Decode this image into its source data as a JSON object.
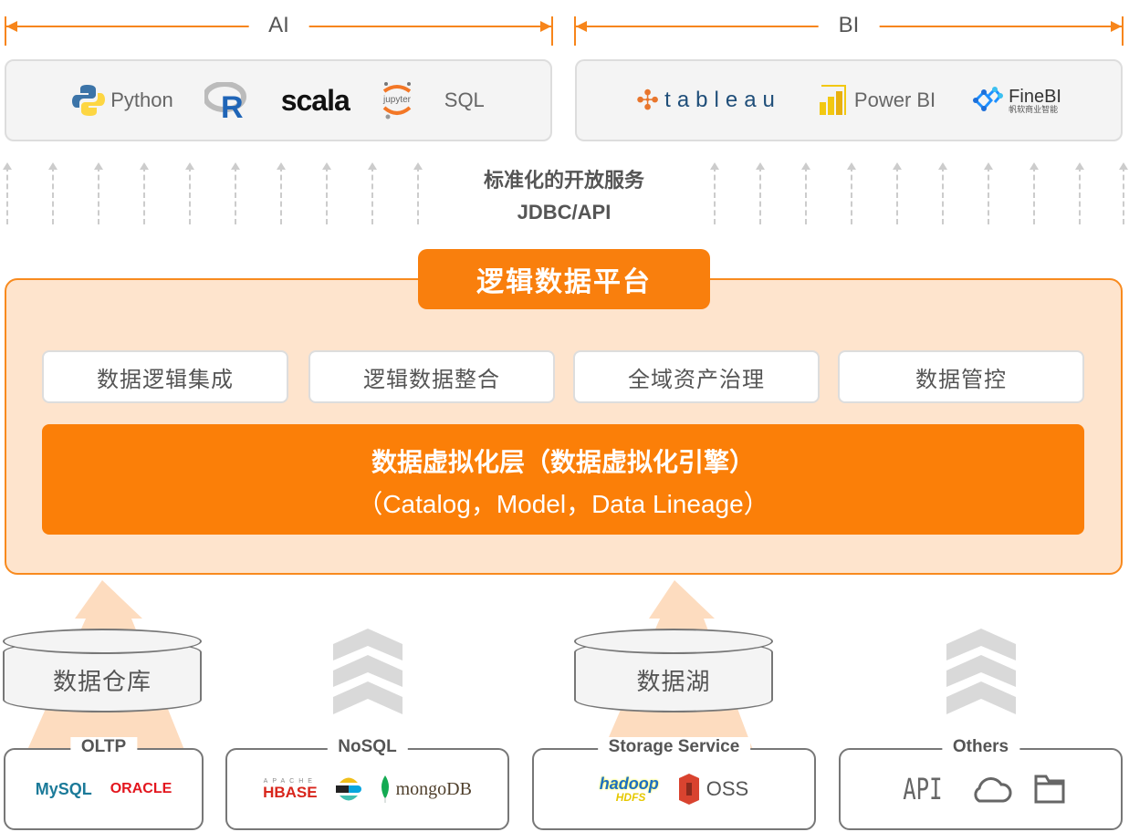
{
  "top": {
    "ai_label": "AI",
    "bi_label": "BI",
    "ai_tools": [
      "Python",
      "R",
      "scala",
      "jupyter",
      "SQL"
    ],
    "bi_tools": [
      "tableau",
      "Power BI",
      "FineBI",
      "帆软商业智能"
    ]
  },
  "service": {
    "line1": "标准化的开放服务",
    "line2": "JDBC/API"
  },
  "platform": {
    "title": "逻辑数据平台",
    "functions": [
      "数据逻辑集成",
      "逻辑数据整合",
      "全域资产治理",
      "数据管控"
    ],
    "virtual_layer": {
      "line1": "数据虚拟化层（数据虚拟化引擎）",
      "line2": "（Catalog，Model，Data Lineage）"
    }
  },
  "storage": {
    "warehouse": "数据仓库",
    "lake": "数据湖"
  },
  "sources": [
    {
      "label": "OLTP",
      "items": [
        "MySQL",
        "ORACLE"
      ]
    },
    {
      "label": "NoSQL",
      "items": [
        "APACHE",
        "HBASE",
        "elasticsearch",
        "mongoDB"
      ]
    },
    {
      "label": "Storage Service",
      "items": [
        "hadoop",
        "HDFS",
        "OSS"
      ]
    },
    {
      "label": "Others",
      "items": [
        "API",
        "cloud",
        "folder"
      ]
    }
  ],
  "colors": {
    "accent": "#f97f0d",
    "platform_bg": "#fee4cd",
    "arrow_peach": "#fddcbf",
    "chevron": "#d9d9d9"
  }
}
